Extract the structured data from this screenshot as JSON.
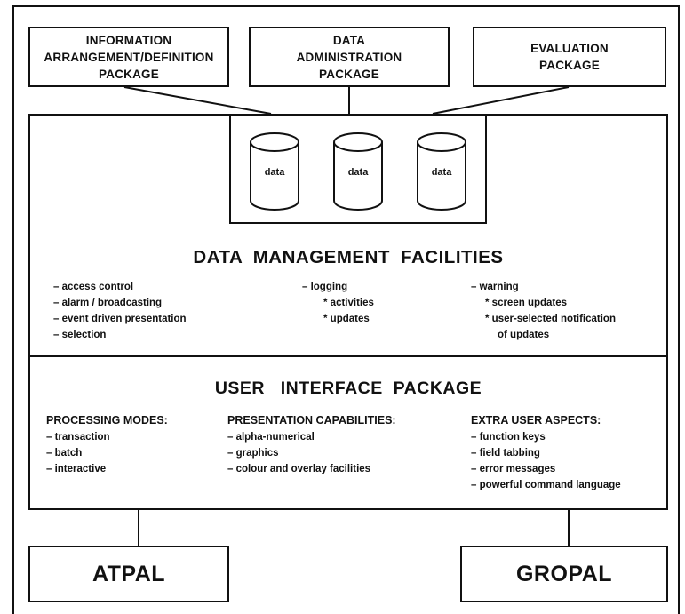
{
  "packages": [
    {
      "line1": "INFORMATION",
      "line2": "ARRANGEMENT/DEFINITION",
      "line3": "PACKAGE"
    },
    {
      "line1": "DATA",
      "line2": "ADMINISTRATION",
      "line3": "PACKAGE"
    },
    {
      "line1": "EVALUATION",
      "line2": "PACKAGE"
    }
  ],
  "data_stores": [
    "data",
    "data",
    "data"
  ],
  "data_management": {
    "title": "DATA MANAGEMENT FACILITIES",
    "col1": [
      "– access control",
      "– alarm / broadcasting",
      "– event driven presentation",
      "– selection"
    ],
    "col2": {
      "item": "– logging",
      "subs": [
        "* activities",
        "* updates"
      ]
    },
    "col3": {
      "item": "– warning",
      "subs": [
        "* screen updates",
        "* user-selected notification"
      ],
      "cont": "of updates"
    }
  },
  "user_interface": {
    "title": "USER   INTERFACE  PACKAGE",
    "processing": {
      "heading": "PROCESSING MODES:",
      "items": [
        "– transaction",
        "– batch",
        "– interactive"
      ]
    },
    "presentation": {
      "heading": "PRESENTATION CAPABILITIES:",
      "items": [
        "– alpha-numerical",
        "– graphics",
        "– colour and overlay facilities"
      ]
    },
    "extra": {
      "heading": "EXTRA USER ASPECTS:",
      "items": [
        "– function keys",
        "– field tabbing",
        "– error messages",
        "– powerful command language"
      ]
    }
  },
  "outputs": {
    "left": "ATPAL",
    "right": "GROPAL"
  }
}
